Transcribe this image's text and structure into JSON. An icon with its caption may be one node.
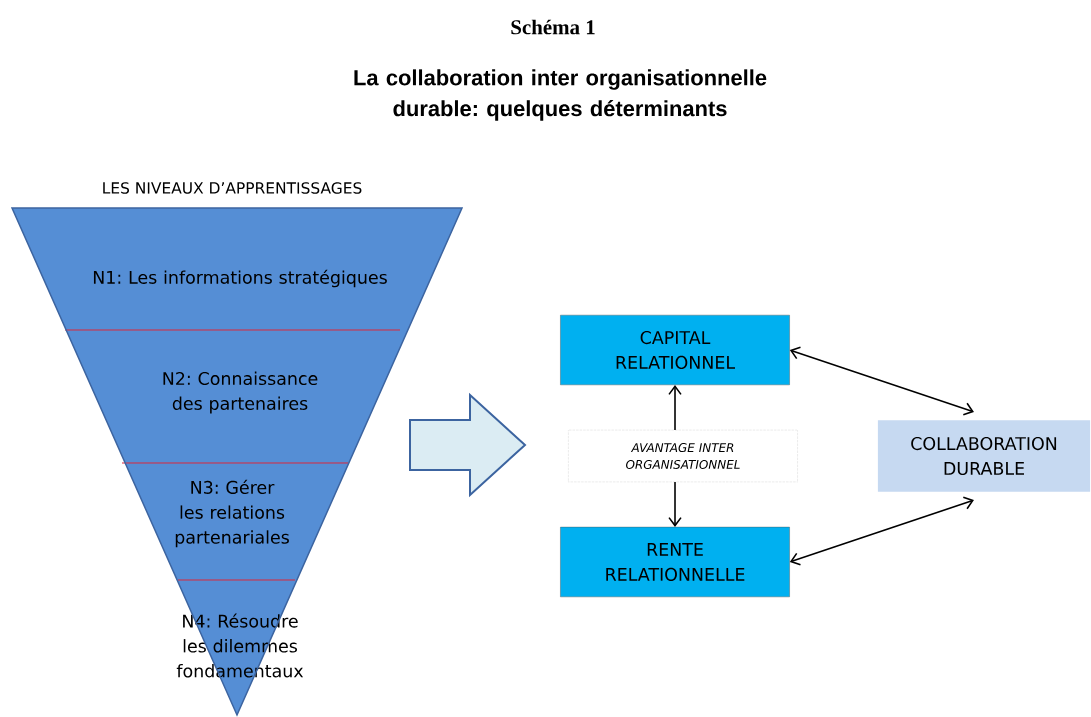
{
  "diagram": {
    "title": "La collaboration inter organisationnelle durable: quelques déterminants",
    "nodes": [
      {
        "text": [
          "LES NIVEAUX D’APPRENTISSAGES"
        ]
      },
      {
        "text": [
          "N1: Les informations stratégiques"
        ],
        "in": 0
      },
      {
        "text": [
          "N2: Connaissance des partenaires"
        ],
        "in": 0
      },
      {
        "text": [
          "N3: Gérer les relations partenariales"
        ],
        "in": 0
      },
      {
        "text": [
          "N4: Résoudre les dilemmes fondamentaux"
        ],
        "in": 0
      },
      {
        "text": [
          "CAPITAL RELATIONNEL"
        ]
      },
      {
        "text": [
          "RENTE RELATIONNELLE"
        ]
      },
      {
        "text": [
          "COLLABORATION DURABLE"
        ]
      }
    ],
    "edges": [
      {
        "from": 0,
        "to": null,
        "arrow": "to",
        "style": "thick"
      },
      {
        "from": 5,
        "to": 6,
        "arrow": "both",
        "label": "AVANTAGE INTER ORGANISATIONNEL"
      },
      {
        "from": 5,
        "to": 7,
        "arrow": "both"
      },
      {
        "from": 6,
        "to": 7,
        "arrow": "both"
      }
    ],
    "labels": [
      "Schéma 1"
    ]
  }
}
